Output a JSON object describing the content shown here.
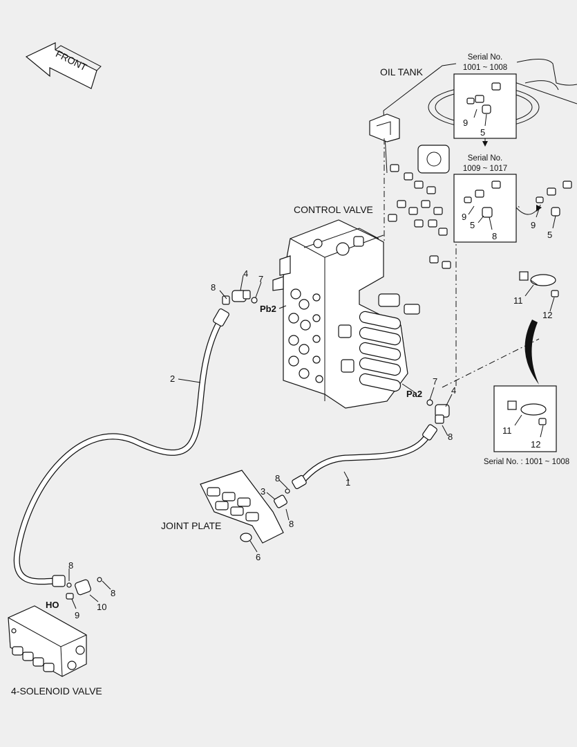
{
  "labels": {
    "front": "FRONT",
    "oil_tank": "OIL TANK",
    "control_valve": "CONTROL VALVE",
    "joint_plate": "JOINT PLATE",
    "solenoid_valve": "4-SOLENOID VALVE",
    "port_pb2": "Pb2",
    "port_pa2": "Pa2",
    "port_ho": "HO"
  },
  "insets": {
    "top": {
      "serial_line1": "Serial No.",
      "serial_line2": "1001 ~ 1008"
    },
    "middle": {
      "serial_line1": "Serial No.",
      "serial_line2": "1009 ~ 1017"
    },
    "bottom": {
      "caption": "Serial No. : 1001 ~ 1008"
    }
  },
  "part_numbers": {
    "p1": "1",
    "p2": "2",
    "p3": "3",
    "p4a": "4",
    "p4b": "4",
    "p5a": "5",
    "p5b": "5",
    "p5c": "5",
    "p6": "6",
    "p7a": "7",
    "p7b": "7",
    "p8a": "8",
    "p8b": "8",
    "p8c": "8",
    "p8d": "8",
    "p8e": "8",
    "p8f": "8",
    "p8g": "8",
    "p8h": "8",
    "p9a": "9",
    "p9b": "9",
    "p9c": "9",
    "p9d": "9",
    "p10": "10",
    "p11a": "11",
    "p11b": "11",
    "p12a": "12",
    "p12b": "12"
  }
}
